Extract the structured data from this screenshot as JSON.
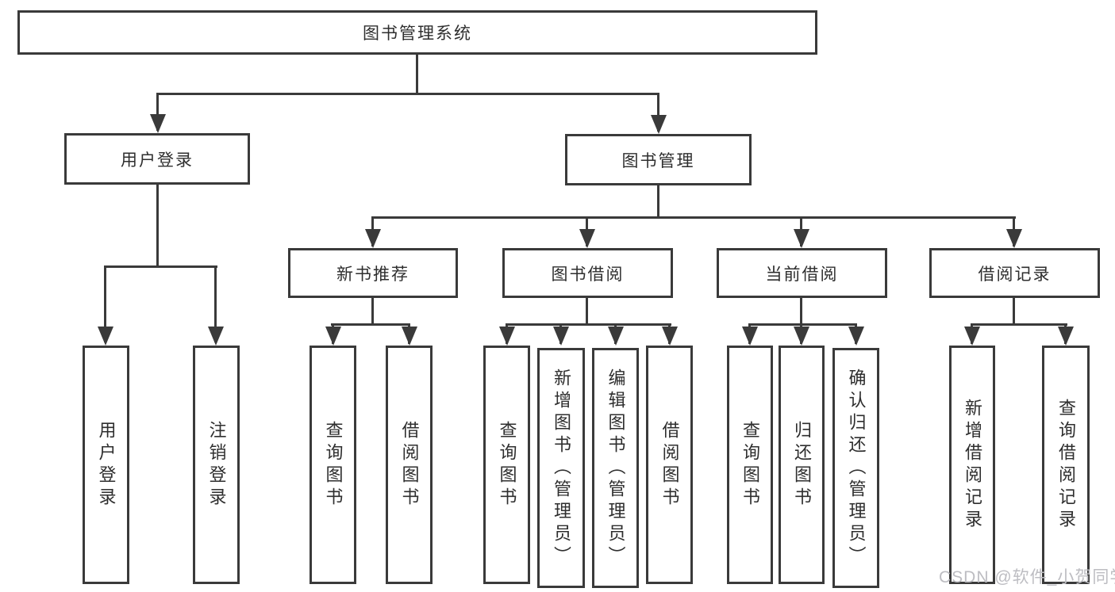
{
  "diagram": {
    "title_note": "",
    "root": {
      "label": "图书管理系统"
    },
    "branches": [
      {
        "label": "用户登录"
      },
      {
        "label": "图书管理"
      }
    ],
    "modules": [
      {
        "label": "新书推荐"
      },
      {
        "label": "图书借阅"
      },
      {
        "label": "当前借阅"
      },
      {
        "label": "借阅记录"
      }
    ],
    "leaves": [
      {
        "label": "用户登录"
      },
      {
        "label": "注销登录"
      },
      {
        "label": "查询图书"
      },
      {
        "label": "借阅图书"
      },
      {
        "label": "查询图书"
      },
      {
        "label": "新增图书（管理员）"
      },
      {
        "label": "编辑图书（管理员）"
      },
      {
        "label": "借阅图书"
      },
      {
        "label": "查询图书"
      },
      {
        "label": "归还图书"
      },
      {
        "label": "确认归还（管理员）"
      },
      {
        "label": "新增借阅记录"
      },
      {
        "label": "查询借阅记录"
      }
    ]
  },
  "watermark": {
    "text": "CSDN @软件_小贺同学"
  },
  "colors": {
    "line": "#3a3a3a",
    "text": "#2e2e2e",
    "watermark": "#bdbdc2",
    "background": "#ffffff"
  }
}
